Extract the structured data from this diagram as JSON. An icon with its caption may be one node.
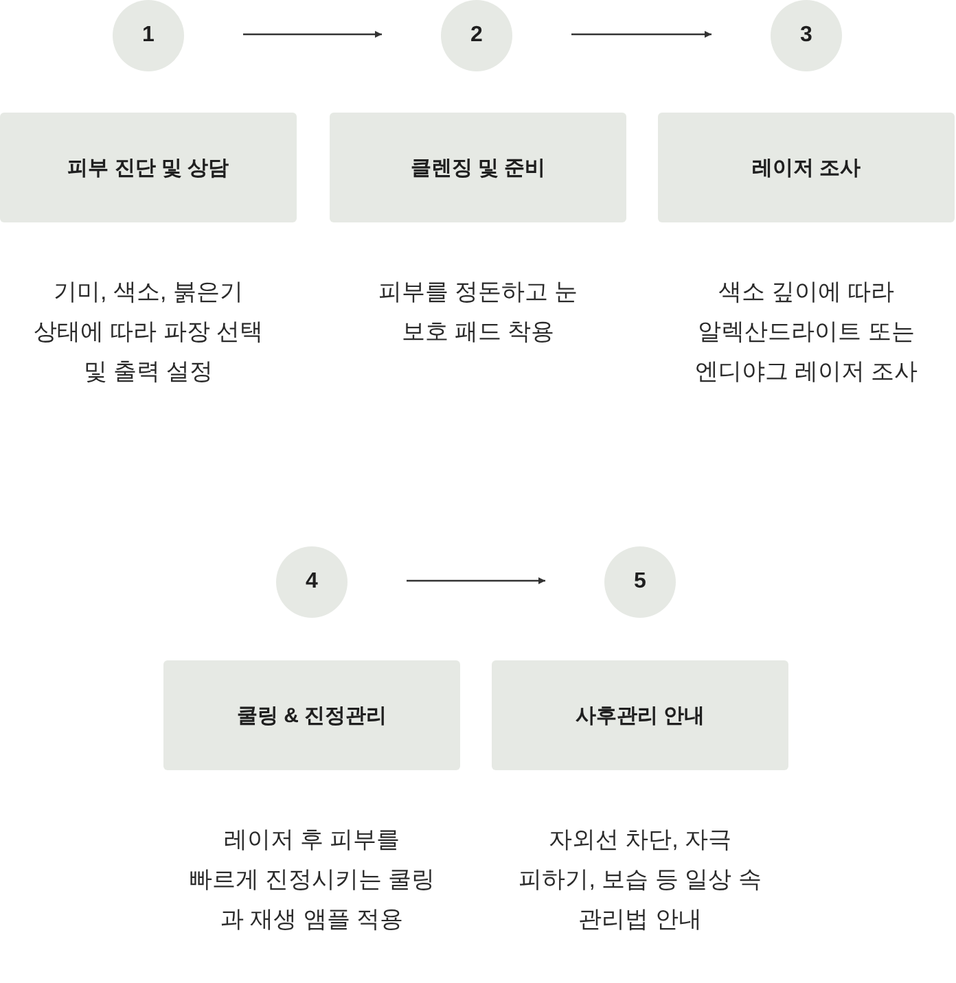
{
  "diagram": {
    "nodes": [
      {
        "text": [
          "1"
        ]
      },
      {
        "text": [
          "2"
        ]
      },
      {
        "text": [
          "3"
        ]
      },
      {
        "text": [
          "피부 진단 및 상담"
        ],
        "beside": [
          "기미, 색소, 붉은기 상태에 따라 파장 선택 및 출력 설정"
        ]
      },
      {
        "text": [
          "클렌징 및 준비"
        ],
        "beside": [
          "피부를 정돈하고 눈 보호 패드 착용"
        ]
      },
      {
        "text": [
          "레이저 조사"
        ],
        "beside": [
          "색소 깊이에 따라 알렉산드라이트 또는 엔디야그 레이저 조사"
        ]
      },
      {
        "text": [
          "4"
        ]
      },
      {
        "text": [
          "5"
        ]
      },
      {
        "text": [
          "쿨링 & 진정관리"
        ],
        "beside": [
          "레이저 후 피부를 빠르게 진정시키는 쿨링 과 재생 앰플 적용"
        ]
      },
      {
        "text": [
          "사후관리 안내"
        ],
        "beside": [
          "자외선 차단, 자극 피하기, 보습 등 일상 속 관리법 안내"
        ]
      }
    ],
    "edges": [
      {
        "from": 0,
        "to": 1,
        "arrow": "to"
      },
      {
        "from": 1,
        "to": 2,
        "arrow": "to"
      },
      {
        "from": 6,
        "to": 7,
        "arrow": "to"
      }
    ]
  }
}
